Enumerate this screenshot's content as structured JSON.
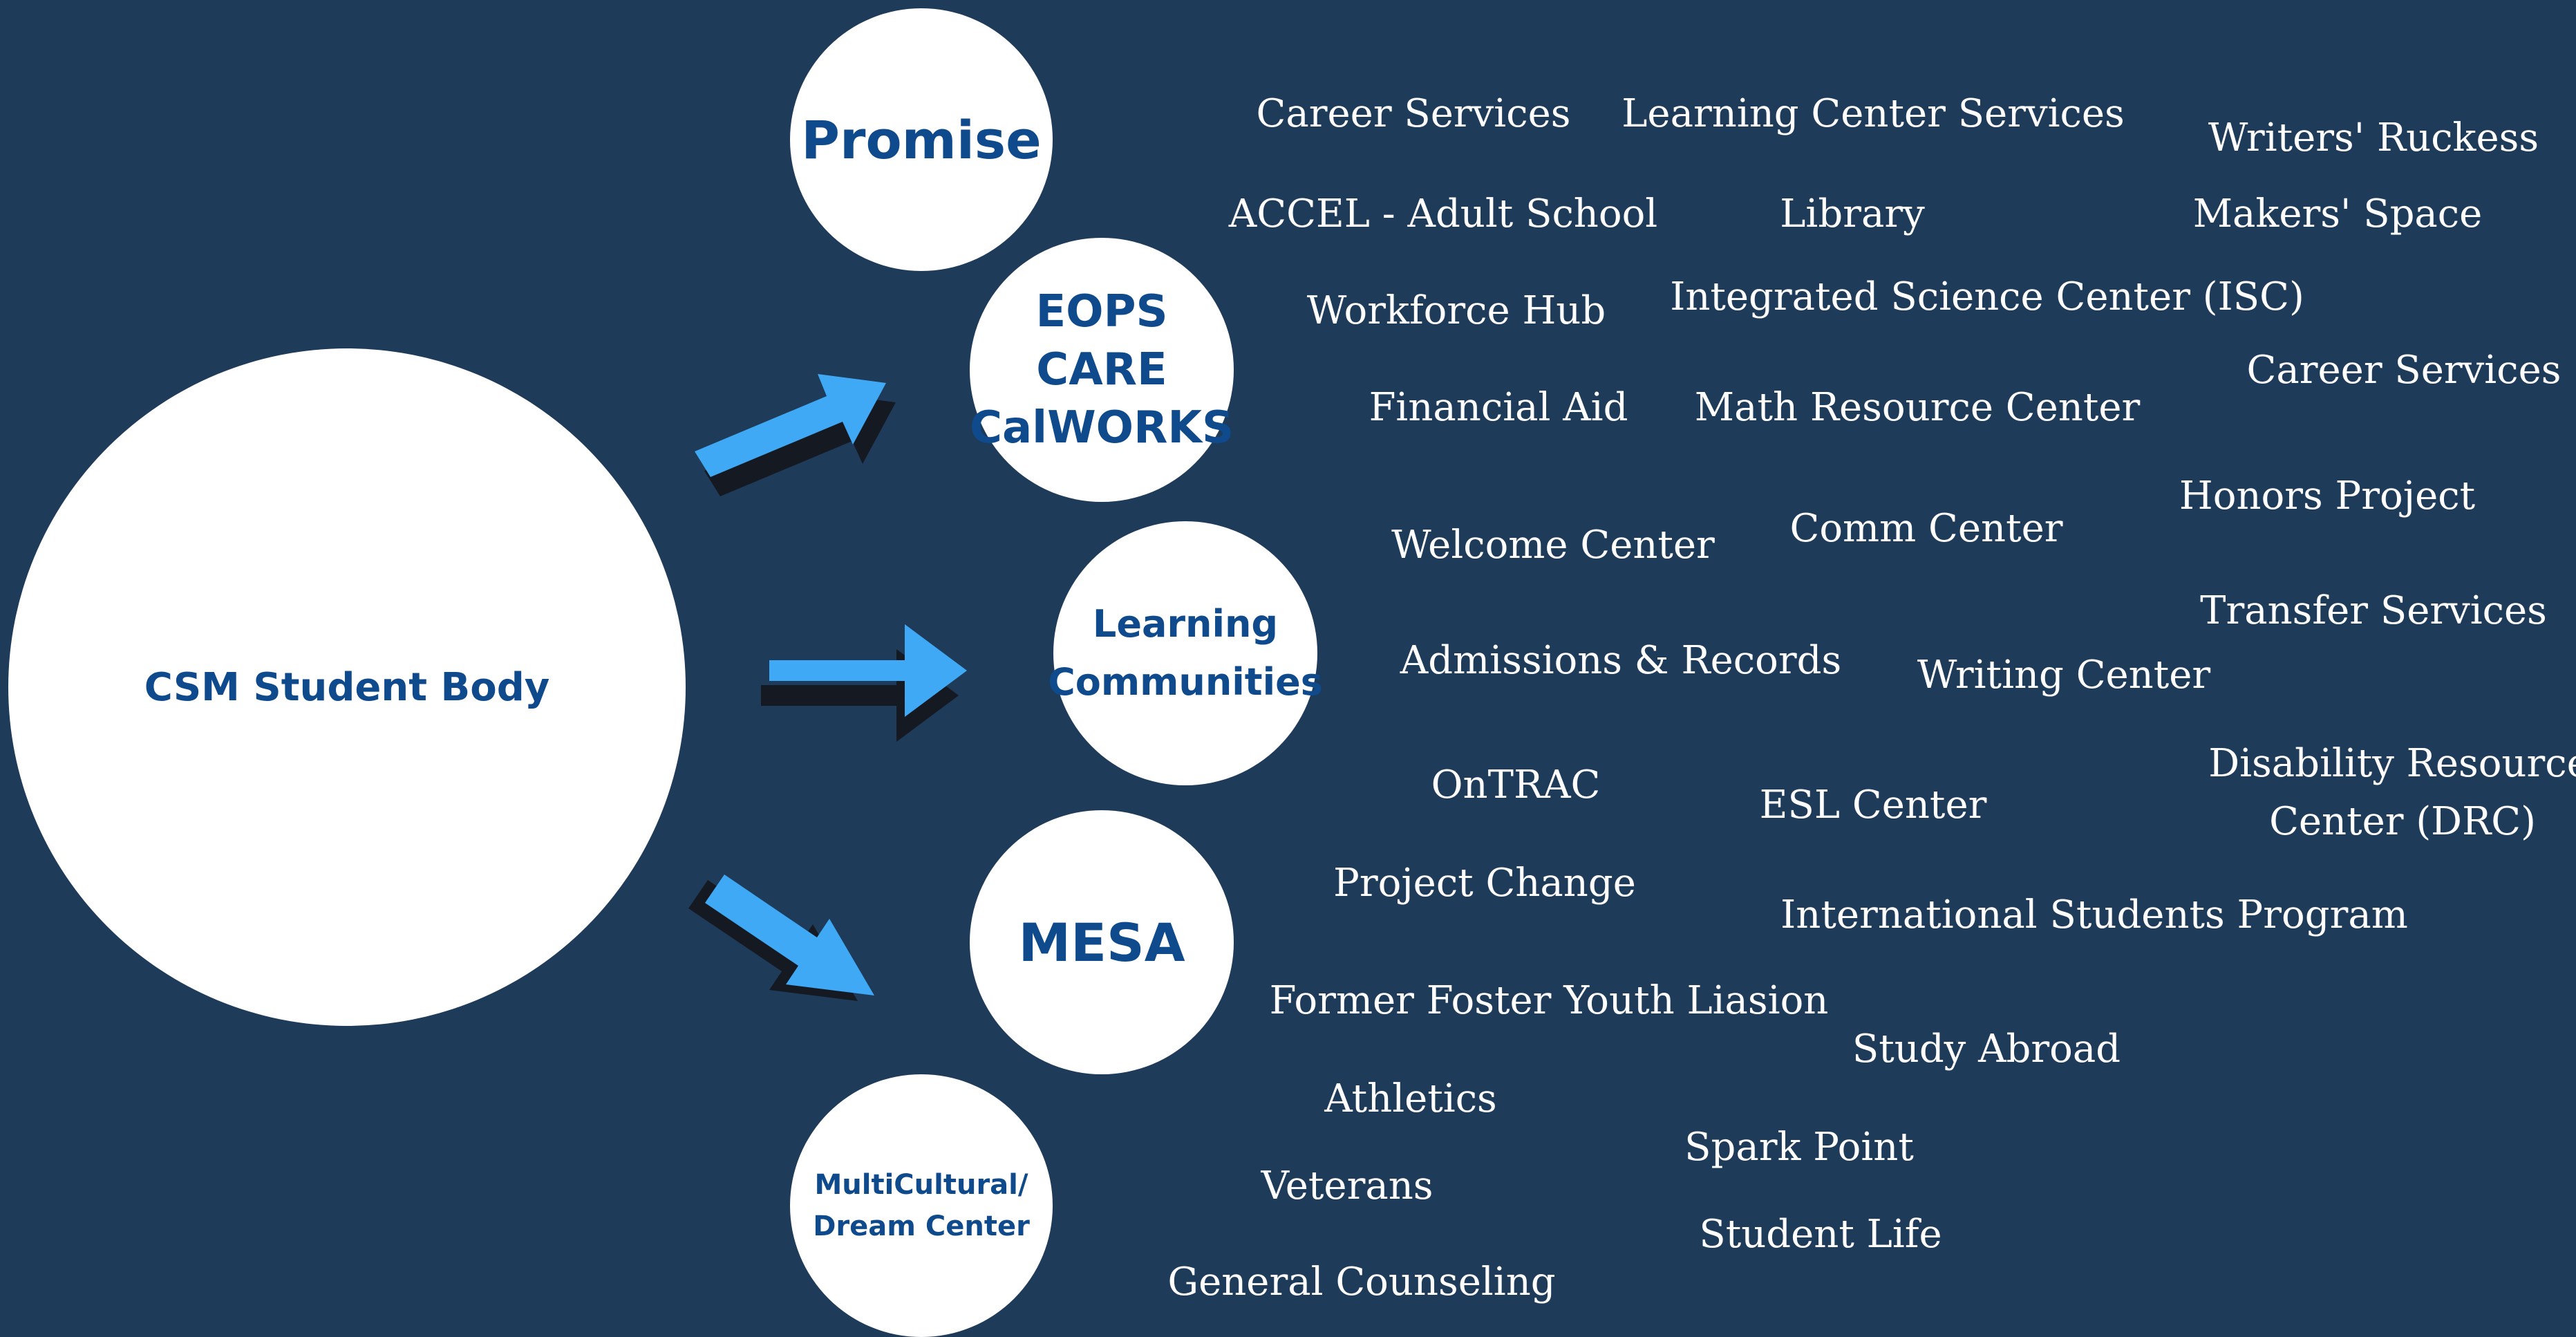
{
  "colors": {
    "background": "#1f3b5a",
    "circle": "#ffffff",
    "circle_text": "#0f4a8c",
    "arrow": "#3fa9f5",
    "arrow_shadow": "#151a22",
    "service_text": "#ffffff"
  },
  "center": {
    "label": "CSM Student Body"
  },
  "programs": {
    "promise": {
      "label": "Promise"
    },
    "eops": {
      "line1": "EOPS",
      "line2": "CARE",
      "line3": "CalWORKS"
    },
    "learning": {
      "line1": "Learning",
      "line2": "Communities"
    },
    "mesa": {
      "label": "MESA"
    },
    "multicultural": {
      "line1": "MultiCultural/",
      "line2": "Dream Center"
    }
  },
  "services": {
    "career_services_1": "Career Services",
    "learning_center_services": "Learning Center Services",
    "writers_ruckess": "Writers' Ruckess",
    "accel": "ACCEL - Adult School",
    "library": "Library",
    "makers_space": "Makers' Space",
    "workforce_hub": "Workforce Hub",
    "isc": "Integrated Science Center (ISC)",
    "career_services_2": "Career Services",
    "financial_aid": "Financial Aid",
    "math_resource_center": "Math Resource Center",
    "honors_project": "Honors Project",
    "welcome_center": "Welcome Center",
    "comm_center": "Comm Center",
    "transfer_services": "Transfer Services",
    "admissions_records": "Admissions & Records",
    "writing_center": "Writing Center",
    "disability_line1": "Disability Resource",
    "disability_line2": "Center (DRC)",
    "ontrac": "OnTRAC",
    "esl_center": "ESL Center",
    "project_change": "Project Change",
    "international_students": "International Students Program",
    "former_foster_youth": "Former Foster Youth Liasion",
    "study_abroad": "Study Abroad",
    "athletics": "Athletics",
    "spark_point": "Spark Point",
    "veterans": "Veterans",
    "student_life": "Student Life",
    "general_counseling": "General Counseling"
  }
}
